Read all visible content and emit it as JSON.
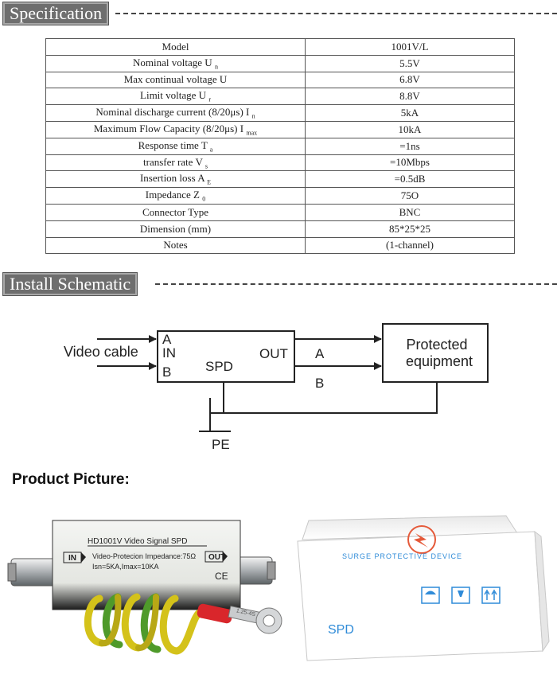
{
  "specification": {
    "heading": "Specification",
    "rows": [
      {
        "label": "Model",
        "sub": "",
        "value": "1001V/L"
      },
      {
        "label": "Nominal voltage U",
        "sub": "n",
        "value": "5.5V"
      },
      {
        "label": "Max continual voltage U",
        "sub": "",
        "value": "6.8V"
      },
      {
        "label": "Limit voltage U",
        "sub": "r",
        "value": "8.8V"
      },
      {
        "label": "Nominal discharge current (8/20μs) I",
        "sub": "n",
        "value": "5kA"
      },
      {
        "label": "Maximum Flow Capacity (8/20μs) I",
        "sub": "max",
        "value": "10kA"
      },
      {
        "label": "Response time T",
        "sub": "a",
        "value": "=1ns"
      },
      {
        "label": "transfer rate V",
        "sub": "s",
        "value": "=10Mbps"
      },
      {
        "label": "Insertion loss A",
        "sub": "E",
        "value": "=0.5dB"
      },
      {
        "label": "Impedance Z",
        "sub": "0",
        "value": "75O"
      },
      {
        "label": "Connector Type",
        "sub": "",
        "value": "BNC"
      },
      {
        "label": "Dimension (mm)",
        "sub": "",
        "value": "85*25*25"
      },
      {
        "label": "Notes",
        "sub": "",
        "value": "(1-channel)"
      }
    ]
  },
  "install": {
    "heading": "Install Schematic",
    "video_cable": "Video cable",
    "spd_a": "A",
    "spd_in": "IN",
    "spd_b": "B",
    "spd": "SPD",
    "out": "OUT",
    "line_a": "A",
    "line_b": "B",
    "protected_1": "Protected",
    "protected_2": "equipment",
    "pe": "PE"
  },
  "product": {
    "heading": "Product Picture:",
    "device_title": "HD1001V Video Signal SPD",
    "device_line1": "Video-Protecion Impedance:75Ω",
    "device_line2": "Isn=5KA,Imax=10KA",
    "device_in": "IN",
    "device_out": "OUT",
    "device_ce": "CE",
    "lug_text": "1.25-4S",
    "box_brand": "SURGE PROTECTIVE DEVICE",
    "box_label": "SPD"
  }
}
